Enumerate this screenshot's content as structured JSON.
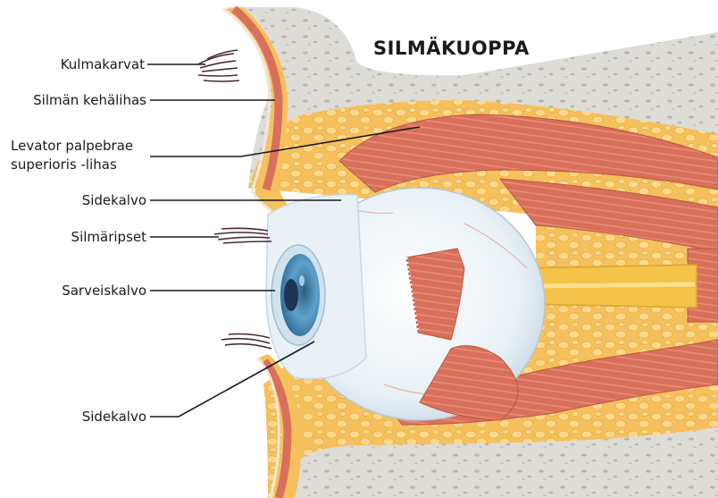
{
  "title": "SILMÄKUOPPA",
  "labels": {
    "eyebrow_hairs": "Kulmakarvat",
    "orbicularis_muscle": "Silmän kehälihas",
    "levator_line1": "Levator palpebrae",
    "levator_line2": "superioris -lihas",
    "conjunctiva_upper": "Sidekalvo",
    "eyelashes": "Silmäripset",
    "cornea": "Sarveiskalvo",
    "conjunctiva_lower": "Sidekalvo"
  },
  "colors": {
    "bone": "#d9d7d2",
    "bone_pore": "#b9b6b0",
    "fat": "#f6c15c",
    "fat_cell": "#fbd98c",
    "muscle": "#d9705c",
    "muscle_fiber": "#f0a08c",
    "sclera": "#eef4f8",
    "iris": "#4c8db8",
    "pupil": "#1d3550",
    "nerve": "#f5c24a",
    "lash": "#4a2a3a",
    "leader": "#1a1a1a"
  }
}
